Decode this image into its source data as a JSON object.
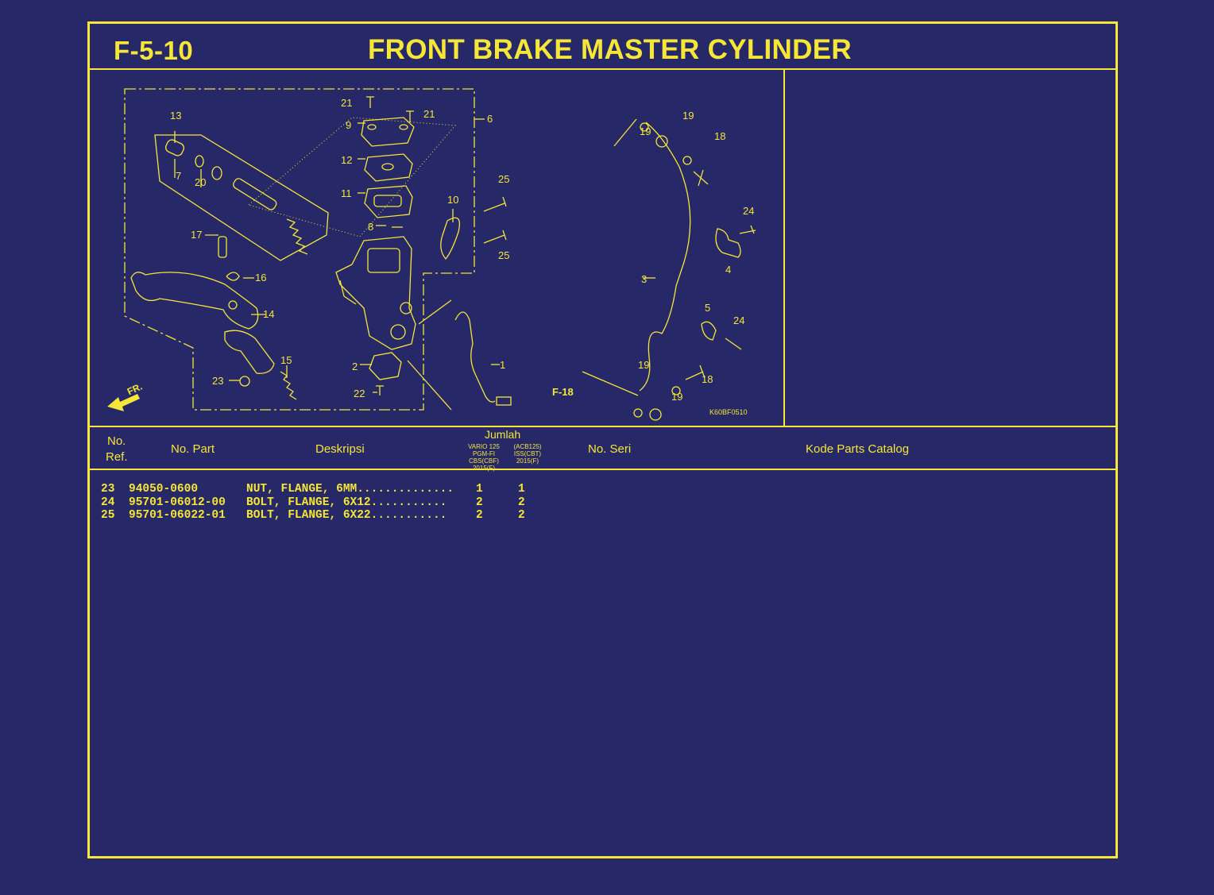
{
  "header": {
    "figure_code": "F-5-10",
    "title": "FRONT BRAKE MASTER CYLINDER"
  },
  "diagram": {
    "image_code": "K60BF0510",
    "ref_label": "F-18",
    "direction_label": "FR.",
    "callouts": [
      "1",
      "2",
      "3",
      "4",
      "5",
      "6",
      "7",
      "8",
      "9",
      "10",
      "11",
      "12",
      "13",
      "14",
      "15",
      "16",
      "17",
      "18",
      "19",
      "20",
      "21",
      "22",
      "23",
      "24",
      "25"
    ]
  },
  "table": {
    "headers": {
      "ref_line1": "No.",
      "ref_line2": "Ref.",
      "part_no": "No. Part",
      "description": "Deskripsi",
      "quantity": "Jumlah",
      "model1_line1": "VARIO 125 PGM-FI",
      "model1_line2": "CBS(CBF)",
      "model1_line3": "2015(F)",
      "model2_line1": "(ACB125)",
      "model2_line2": "ISS(CBT)",
      "model2_line3": "2015(F)",
      "serial_no": "No. Seri",
      "catalog_code": "Kode Parts Catalog"
    },
    "rows": [
      {
        "ref": "23",
        "part": "94050-0600",
        "desc": "NUT, FLANGE, 6MM..............",
        "q1": "1",
        "q2": "1"
      },
      {
        "ref": "24",
        "part": "95701-06012-00",
        "desc": "BOLT, FLANGE, 6X12...........",
        "q1": "2",
        "q2": "2"
      },
      {
        "ref": "25",
        "part": "95701-06022-01",
        "desc": "BOLT, FLANGE, 6X22...........",
        "q1": "2",
        "q2": "2"
      }
    ]
  },
  "colors": {
    "background": "#262868",
    "line": "#f5e637"
  }
}
